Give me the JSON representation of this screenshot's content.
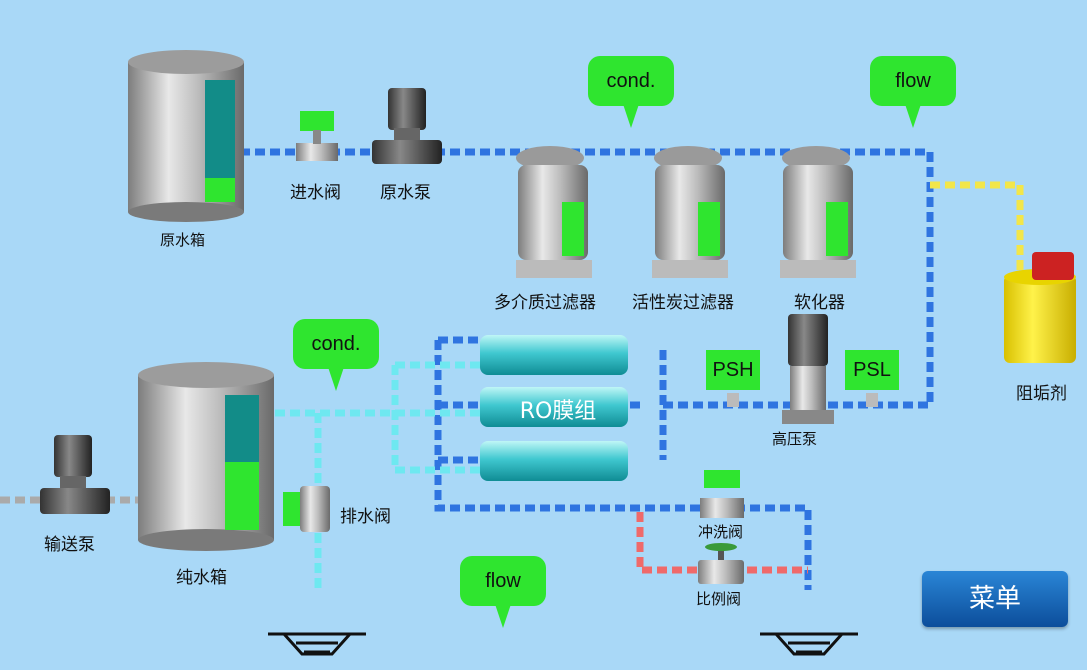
{
  "labels": {
    "raw_tank": "原水箱",
    "inlet_valve": "进水阀",
    "raw_pump": "原水泵",
    "multimedia_filter": "多介质过滤器",
    "carbon_filter": "活性炭过滤器",
    "softener": "软化器",
    "antiscalant": "阻垢剂",
    "pure_tank": "纯水箱",
    "transfer_pump": "输送泵",
    "drain_valve": "排水阀",
    "ro_group": "RO膜组",
    "hp_pump": "高压泵",
    "flush_valve": "冲洗阀",
    "ratio_valve": "比例阀"
  },
  "callouts": {
    "cond_top": "cond.",
    "flow_top": "flow",
    "cond_left": "cond.",
    "flow_bottom": "flow"
  },
  "tags": {
    "psh": "PSH",
    "psl": "PSL"
  },
  "menu_button": "菜单",
  "levels": {
    "raw_tank": 0.2,
    "pure_tank": 0.5,
    "multimedia_filter": 0.9,
    "carbon_filter": 0.85,
    "softener": 0.85
  },
  "colors": {
    "background": "#a9d8f7",
    "indicator_green": "#2fe52f",
    "level_teal": "#128c88",
    "pipe_blue": "#2f74e0",
    "pipe_cyan": "#6ee8f0",
    "pipe_yellow": "#f2e64a",
    "pipe_red": "#ef6a6a",
    "menu_blue": "#1a6cc0"
  }
}
